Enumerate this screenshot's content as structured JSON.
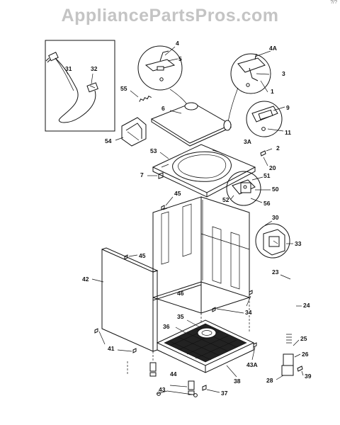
{
  "watermark": "AppliancePartsPros.com",
  "corner_mark": "?/?",
  "callouts": {
    "c1": "1",
    "c2": "2",
    "c3": "3",
    "c3a": "3A",
    "c4": "4",
    "c4a": "4A",
    "c5": "5",
    "c6": "6",
    "c7": "7",
    "c9": "9",
    "c11": "11",
    "c20": "20",
    "c23": "23",
    "c24": "24",
    "c25": "25",
    "c26": "26",
    "c28": "28",
    "c30": "30",
    "c31": "31",
    "c32": "32",
    "c33": "33",
    "c34": "34",
    "c35": "35",
    "c36": "36",
    "c37": "37",
    "c38": "38",
    "c39": "39",
    "c41": "41",
    "c42": "42",
    "c43": "43",
    "c43a": "43A",
    "c44": "44",
    "c45a": "45",
    "c45b": "45",
    "c46": "46",
    "c50": "50",
    "c51": "51",
    "c52": "52",
    "c53": "53",
    "c54": "54",
    "c55": "55",
    "c56": "56"
  }
}
